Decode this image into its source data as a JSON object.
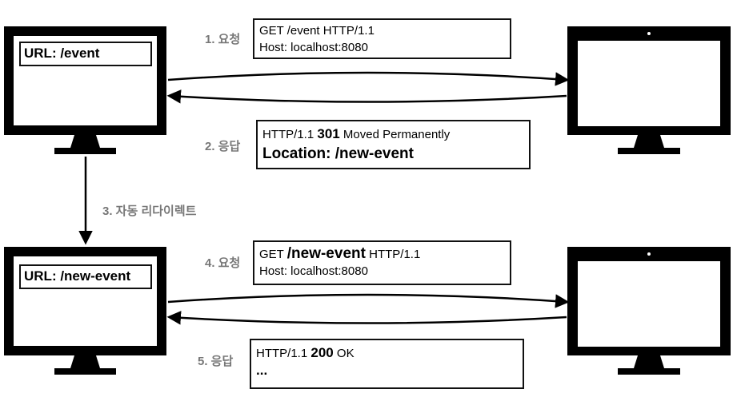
{
  "client_top": {
    "url_label": "URL: /event"
  },
  "client_bottom": {
    "url_label": "URL: /new-event"
  },
  "steps": {
    "s1": "1. 요청",
    "s2": "2. 응답",
    "s3": "3. 자동 리다이렉트",
    "s4": "4. 요청",
    "s5": "5. 응답"
  },
  "request1": {
    "line1": "GET /event HTTP/1.1",
    "line2": "Host: localhost:8080"
  },
  "response1": {
    "status_prefix": "HTTP/1.1",
    "status_code": "301",
    "status_text": "Moved Permanently",
    "location": "Location: /new-event"
  },
  "request2": {
    "method": "GET",
    "path": "/new-event",
    "version": "HTTP/1.1",
    "line2": "Host: localhost:8080"
  },
  "response2": {
    "status_prefix": "HTTP/1.1",
    "status_code": "200",
    "status_text": "OK",
    "more": "..."
  },
  "colors": {
    "ink": "#000000",
    "step_text": "#777777",
    "screen": "#ffffff"
  }
}
